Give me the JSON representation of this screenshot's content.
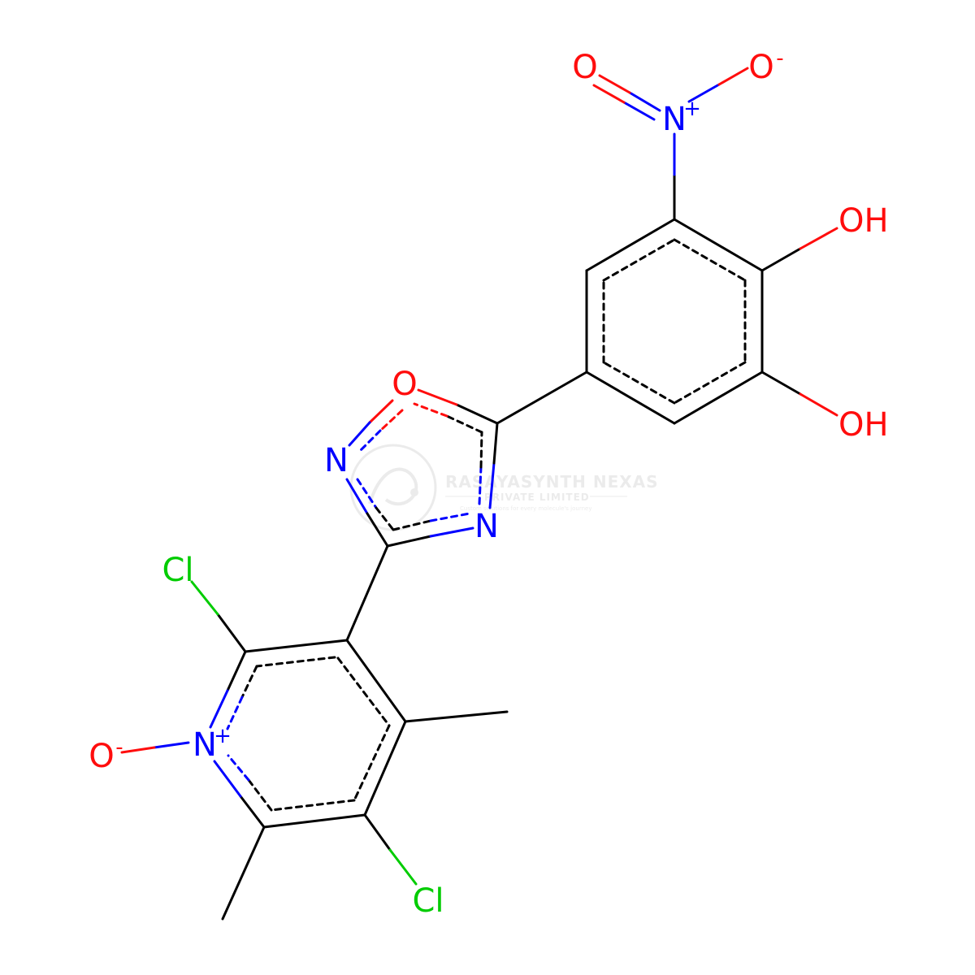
{
  "colors": {
    "bond": "#000000",
    "oxygen": "#ff0d0d",
    "nitrogen": "#0000ff",
    "chlorine": "#00cc00",
    "watermark": "#c8c8c8"
  },
  "atoms": {
    "nitro_o_left": "O",
    "nitro_o_right": "O",
    "nitro_o_right_charge": "-",
    "nitro_n": "N",
    "nitro_n_charge": "+",
    "oh_top": "OH",
    "oh_bottom": "OH",
    "oxadiazole_o": "O",
    "oxadiazole_n_left": "N",
    "oxadiazole_n_right": "N",
    "cl_top": "Cl",
    "cl_bottom": "Cl",
    "pyridine_n": "N",
    "pyridine_n_charge": "+",
    "n_oxide_o": "O",
    "n_oxide_o_charge": "-"
  },
  "watermark": {
    "title": "RASAYASYNTH NEXAS",
    "subtitle": "PRIVATE LIMITED",
    "tagline": "Custom solutions for every molecule's journey"
  }
}
